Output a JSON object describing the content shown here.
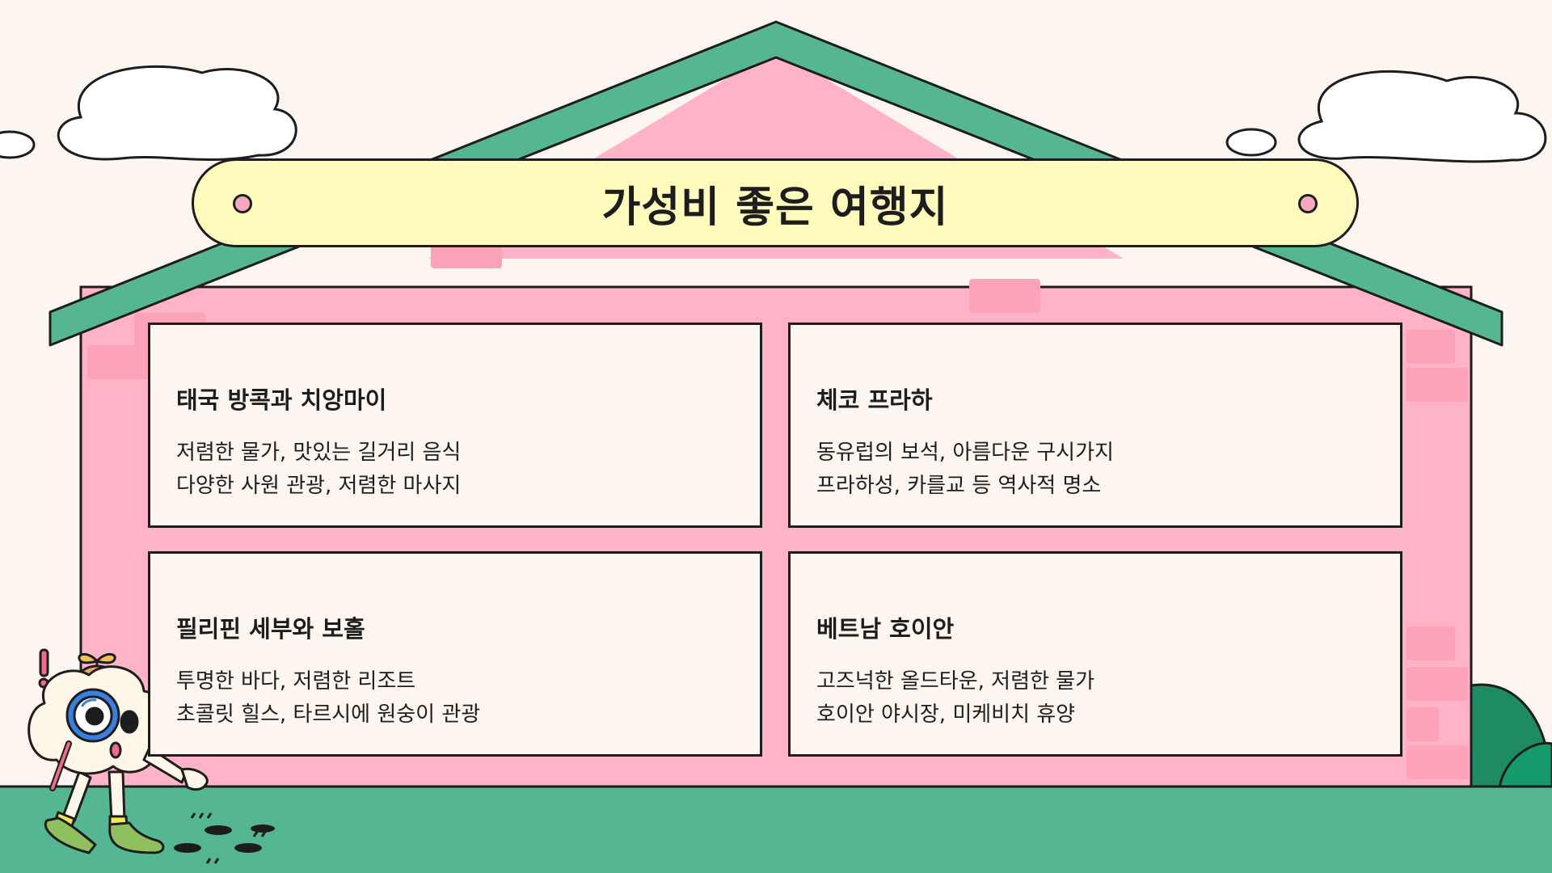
{
  "title": "가성비 좋은 여행지",
  "colors": {
    "background": "#fdf6f0",
    "house_wall": "#ffb3c6",
    "roof": "#55b792",
    "ground": "#55b792",
    "banner": "#fffbbd",
    "outline": "#1d1d1d"
  },
  "icons": [
    "cloud-icon",
    "house-illustration",
    "magnifier-character-illustration",
    "footprints-icon",
    "bush-icon"
  ],
  "cards": [
    {
      "title": "태국 방콕과 치앙마이",
      "lines": [
        "저렴한 물가, 맛있는 길거리 음식",
        "다양한 사원 관광, 저렴한 마사지"
      ]
    },
    {
      "title": "체코 프라하",
      "lines": [
        "동유럽의 보석, 아름다운 구시가지",
        "프라하성, 카를교 등 역사적 명소"
      ]
    },
    {
      "title": "필리핀 세부와 보홀",
      "lines": [
        "투명한 바다, 저렴한 리조트",
        "초콜릿 힐스, 타르시에 원숭이 관광"
      ]
    },
    {
      "title": "베트남 호이안",
      "lines": [
        "고즈넉한 올드타운, 저렴한 물가",
        "호이안 야시장, 미케비치 휴양"
      ]
    }
  ]
}
